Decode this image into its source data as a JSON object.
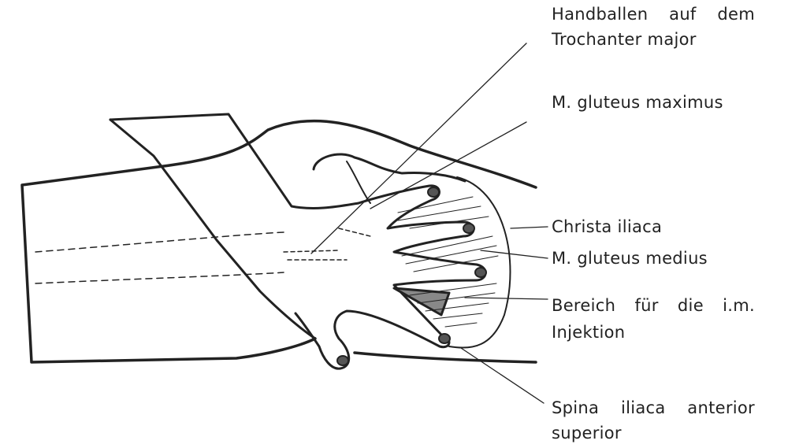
{
  "labels": {
    "trochanter_line1": "Handballen auf dem",
    "trochanter_line2": "Trochanter major",
    "gluteus_maximus": "M. gluteus maximus",
    "christa_iliaca": "Christa iliaca",
    "gluteus_medius": "M. gluteus medius",
    "injection_line1": "Bereich für die i.m.",
    "injection_line2": "Injektion",
    "spina_line1": "Spina iliaca anterior",
    "spina_line2": "superior"
  },
  "colors": {
    "ink": "#222222",
    "background": "#ffffff"
  }
}
